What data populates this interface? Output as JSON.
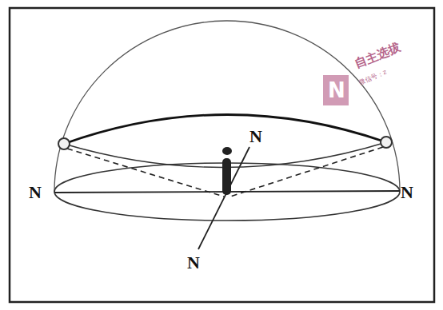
{
  "diagram": {
    "labels": [
      "N",
      "N",
      "N",
      "N",
      "N",
      "自主选拔",
      "微信号：z"
    ]
  }
}
